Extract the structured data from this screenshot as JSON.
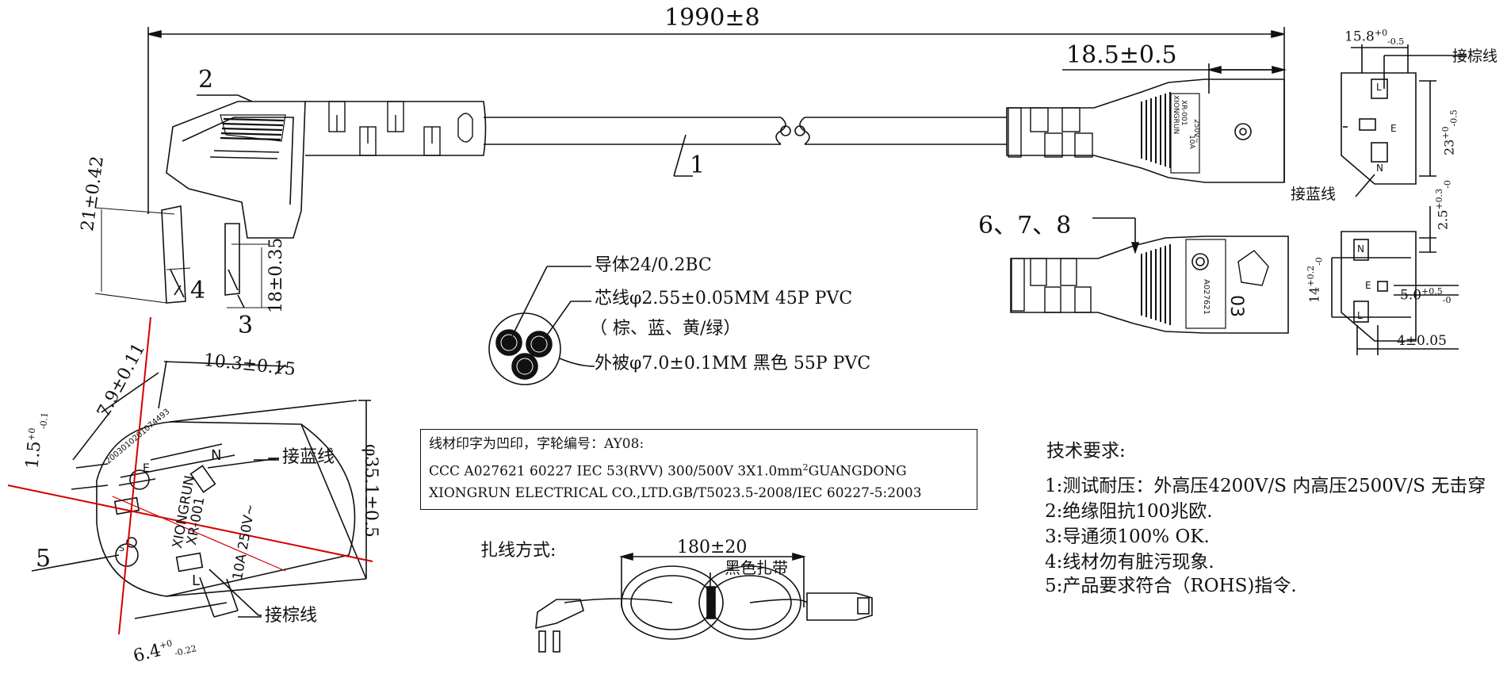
{
  "overall_length": "1990±8",
  "plug_end_length": "18.5±0.5",
  "part_numbers": {
    "p1": "1",
    "p2": "2",
    "p3": "3",
    "p4": "4",
    "p5": "5",
    "p678": "6、7、8"
  },
  "plug_dims": {
    "d1": "21±0.42",
    "d2": "18±0.35",
    "d3": "7.9±0.11",
    "d4": "10.3±0.15",
    "d5_base": "1.5",
    "d5_sup": "+0",
    "d5_sub": "-0.1",
    "d6": "φ35.1±0.5",
    "d7_base": "6.4",
    "d7_sup": "+0",
    "d7_sub": "-0.22"
  },
  "plug_face": {
    "brand": "XIONGRUN",
    "model": "XR-001",
    "rating": "10A 250V~",
    "arc_number": "2003010201074493",
    "pin_n": "N",
    "pin_l": "L",
    "pin_e": "E",
    "s_mark": "S",
    "blue_wire": "接蓝线",
    "brown_wire": "接棕线"
  },
  "cable_section": {
    "conductor": "导体24/0.2BC",
    "core": "芯线φ2.55±0.05MM 45P PVC",
    "colors": "（ 棕、蓝、黄/绿）",
    "jacket": "外被φ7.0±0.1MM 黑色 55P PVC"
  },
  "print_box": {
    "line1": "线材印字为凹印，字轮编号：AY08:",
    "line2": "CCC A027621 60227 IEC 53(RVV) 300/500V 3X1.0mm",
    "line2_sup": "2",
    "line2_end": "GUANGDONG",
    "line3": "XIONGRUN ELECTRICAL CO.,LTD.GB/T5023.5-2008/IEC 60227-5:2003"
  },
  "binding": {
    "label": "扎线方式:",
    "length": "180±20",
    "tie": "黑色扎带"
  },
  "connector": {
    "side_label_1": "XIONGRUN",
    "side_label_2": "XR-001",
    "side_label_3": "10A",
    "side_label_4": "250V~",
    "ccc_code": "A027621",
    "mark": "03",
    "width_base": "15.8",
    "width_sup": "+0",
    "width_sub": "-0.5",
    "height_base": "23",
    "height_sup": "+0",
    "height_sub": "-0.5",
    "brown_wire": "接棕线",
    "blue_wire": "接蓝线",
    "pin_l": "L",
    "pin_e": "E",
    "pin_n": "N",
    "d_2_5_base": "2.5",
    "d_2_5_sup": "+0.3",
    "d_2_5_sub": "-0",
    "d_14_base": "14",
    "d_14_sup": "+0.2",
    "d_14_sub": "-0",
    "d_5_base": "5.0",
    "d_5_sup": "+0.5",
    "d_5_sub": "-0",
    "d_4": "4±0.05"
  },
  "requirements": {
    "title": "技术要求:",
    "items": [
      "1:测试耐压：外高压4200V/S 内高压2500V/S 无击穿",
      "2:绝缘阻抗100兆欧.",
      "3:导通须100% OK.",
      "4:线材勿有脏污现象.",
      "5:产品要求符合（ROHS)指令."
    ]
  },
  "colors": {
    "line": "#111111",
    "centerline": "#d40000",
    "background": "#ffffff"
  }
}
